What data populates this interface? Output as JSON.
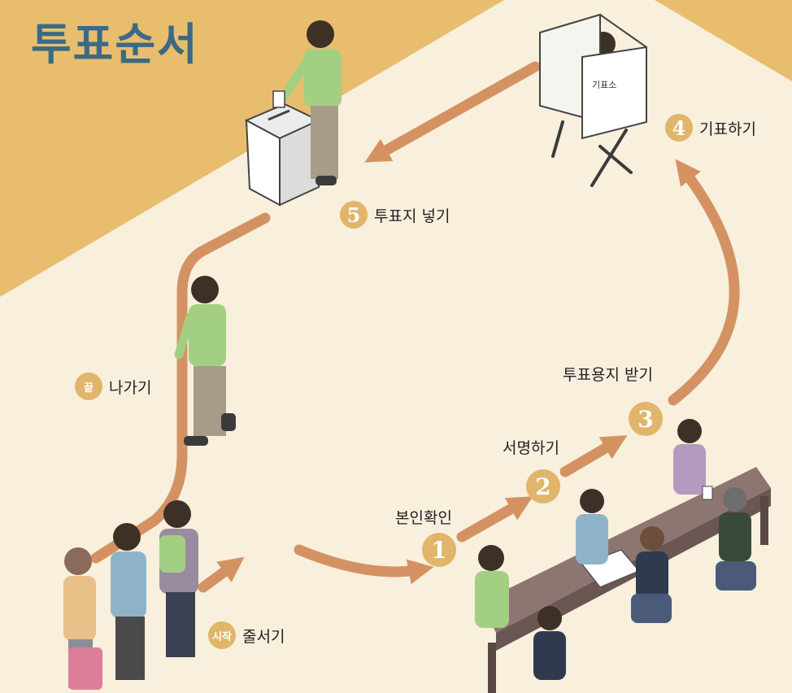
{
  "title": "투표순서",
  "booth_sign": "기표소",
  "steps": {
    "start": {
      "badge": "시작",
      "label": "줄서기"
    },
    "s1": {
      "badge": "1",
      "label": "본인확인"
    },
    "s2": {
      "badge": "2",
      "label": "서명하기"
    },
    "s3": {
      "badge": "3",
      "label": "투표용지 받기"
    },
    "s4": {
      "badge": "4",
      "label": "기표하기"
    },
    "s5": {
      "badge": "5",
      "label": "투표지 넣기"
    },
    "end": {
      "badge": "끝",
      "label": "나가기"
    }
  },
  "colors": {
    "background": "#f8efdd",
    "corner": "#e8bd6e",
    "arrow": "#d49263",
    "badge": "#e1b56a",
    "title": "#3c6a85"
  }
}
